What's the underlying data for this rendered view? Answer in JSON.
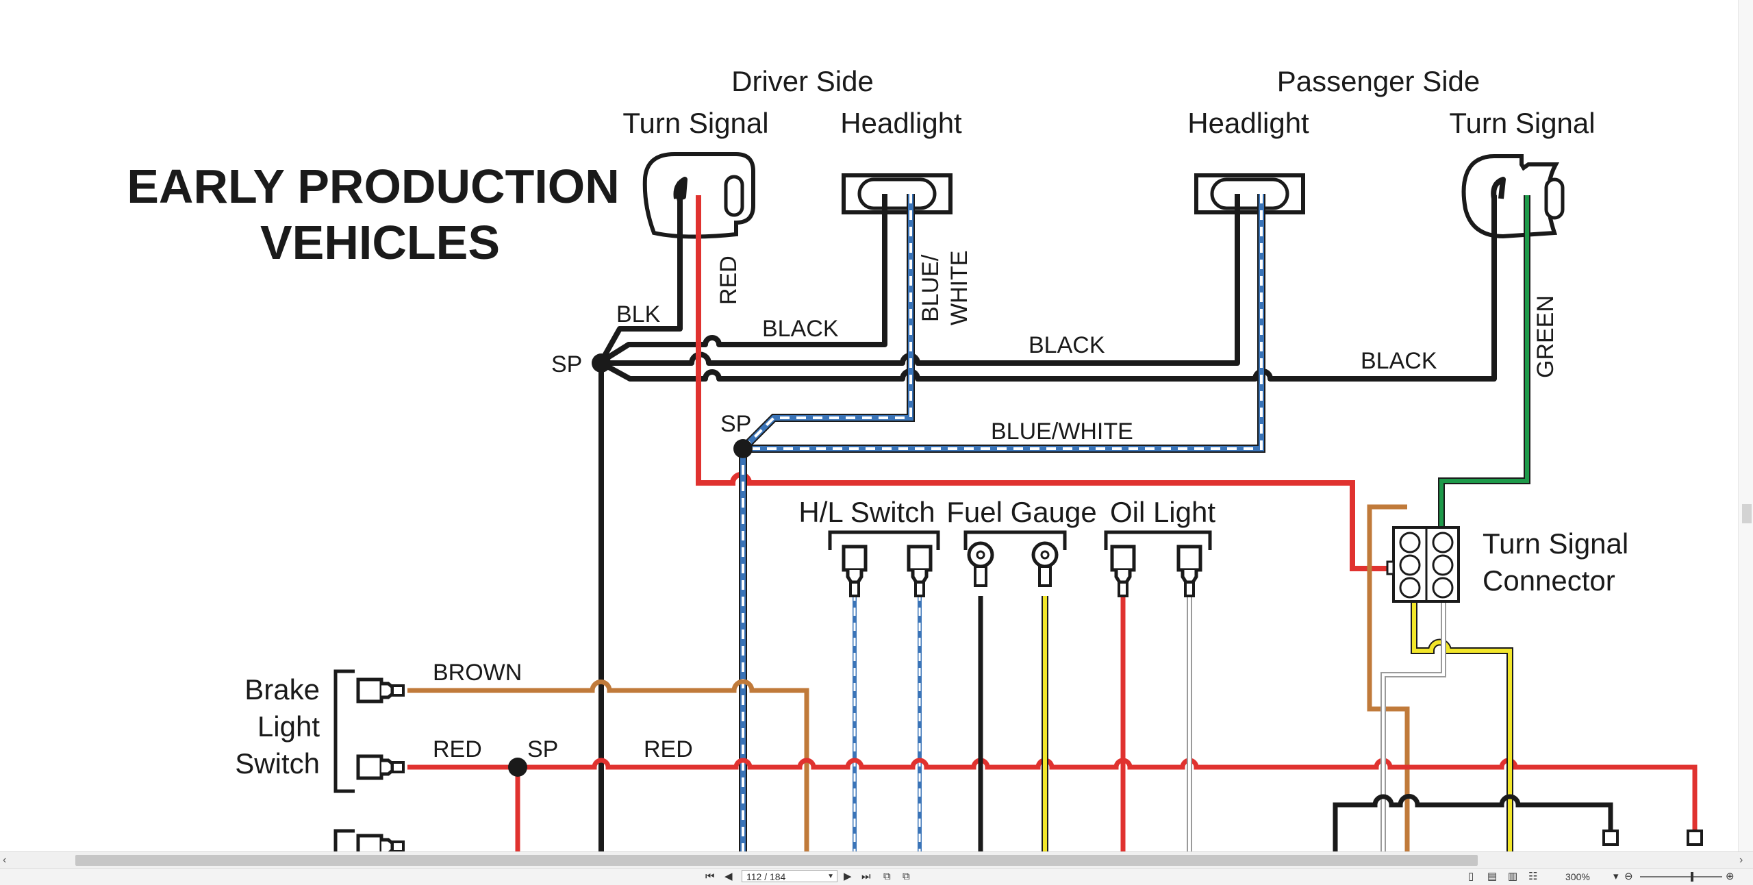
{
  "diagram": {
    "title_line1": "EARLY PRODUCTION",
    "title_line2": "VEHICLES",
    "driver_side": "Driver Side",
    "passenger_side": "Passenger Side",
    "turn_signal_left": "Turn Signal",
    "headlight_left": "Headlight",
    "headlight_right": "Headlight",
    "turn_signal_right": "Turn Signal",
    "hl_switch": "H/L Switch",
    "fuel_gauge": "Fuel Gauge",
    "oil_light": "Oil Light",
    "turn_signal_connector_1": "Turn Signal",
    "turn_signal_connector_2": "Connector",
    "brake_1": "Brake",
    "brake_2": "Light",
    "brake_3": "Switch",
    "wire_labels": {
      "blk": "BLK",
      "red_vertical": "RED",
      "black_1": "BLACK",
      "blue_white_v1": "BLUE/",
      "blue_white_v2": "WHITE",
      "black_2": "BLACK",
      "black_3": "BLACK",
      "green": "GREEN",
      "sp_1": "SP",
      "sp_2": "SP",
      "blue_white_h": "BLUE/WHITE",
      "brown": "BROWN",
      "red_1": "RED",
      "sp_3": "SP",
      "red_2": "RED"
    },
    "colors": {
      "black": "#1a1a1a",
      "red": "#e0322f",
      "blue": "#3a74b8",
      "green": "#1e9a4a",
      "brown": "#c07a3a",
      "yellow": "#f2e62a",
      "gray": "#9a9a9a"
    }
  },
  "viewer": {
    "page_indicator": "112 / 184",
    "zoom": "300%"
  }
}
